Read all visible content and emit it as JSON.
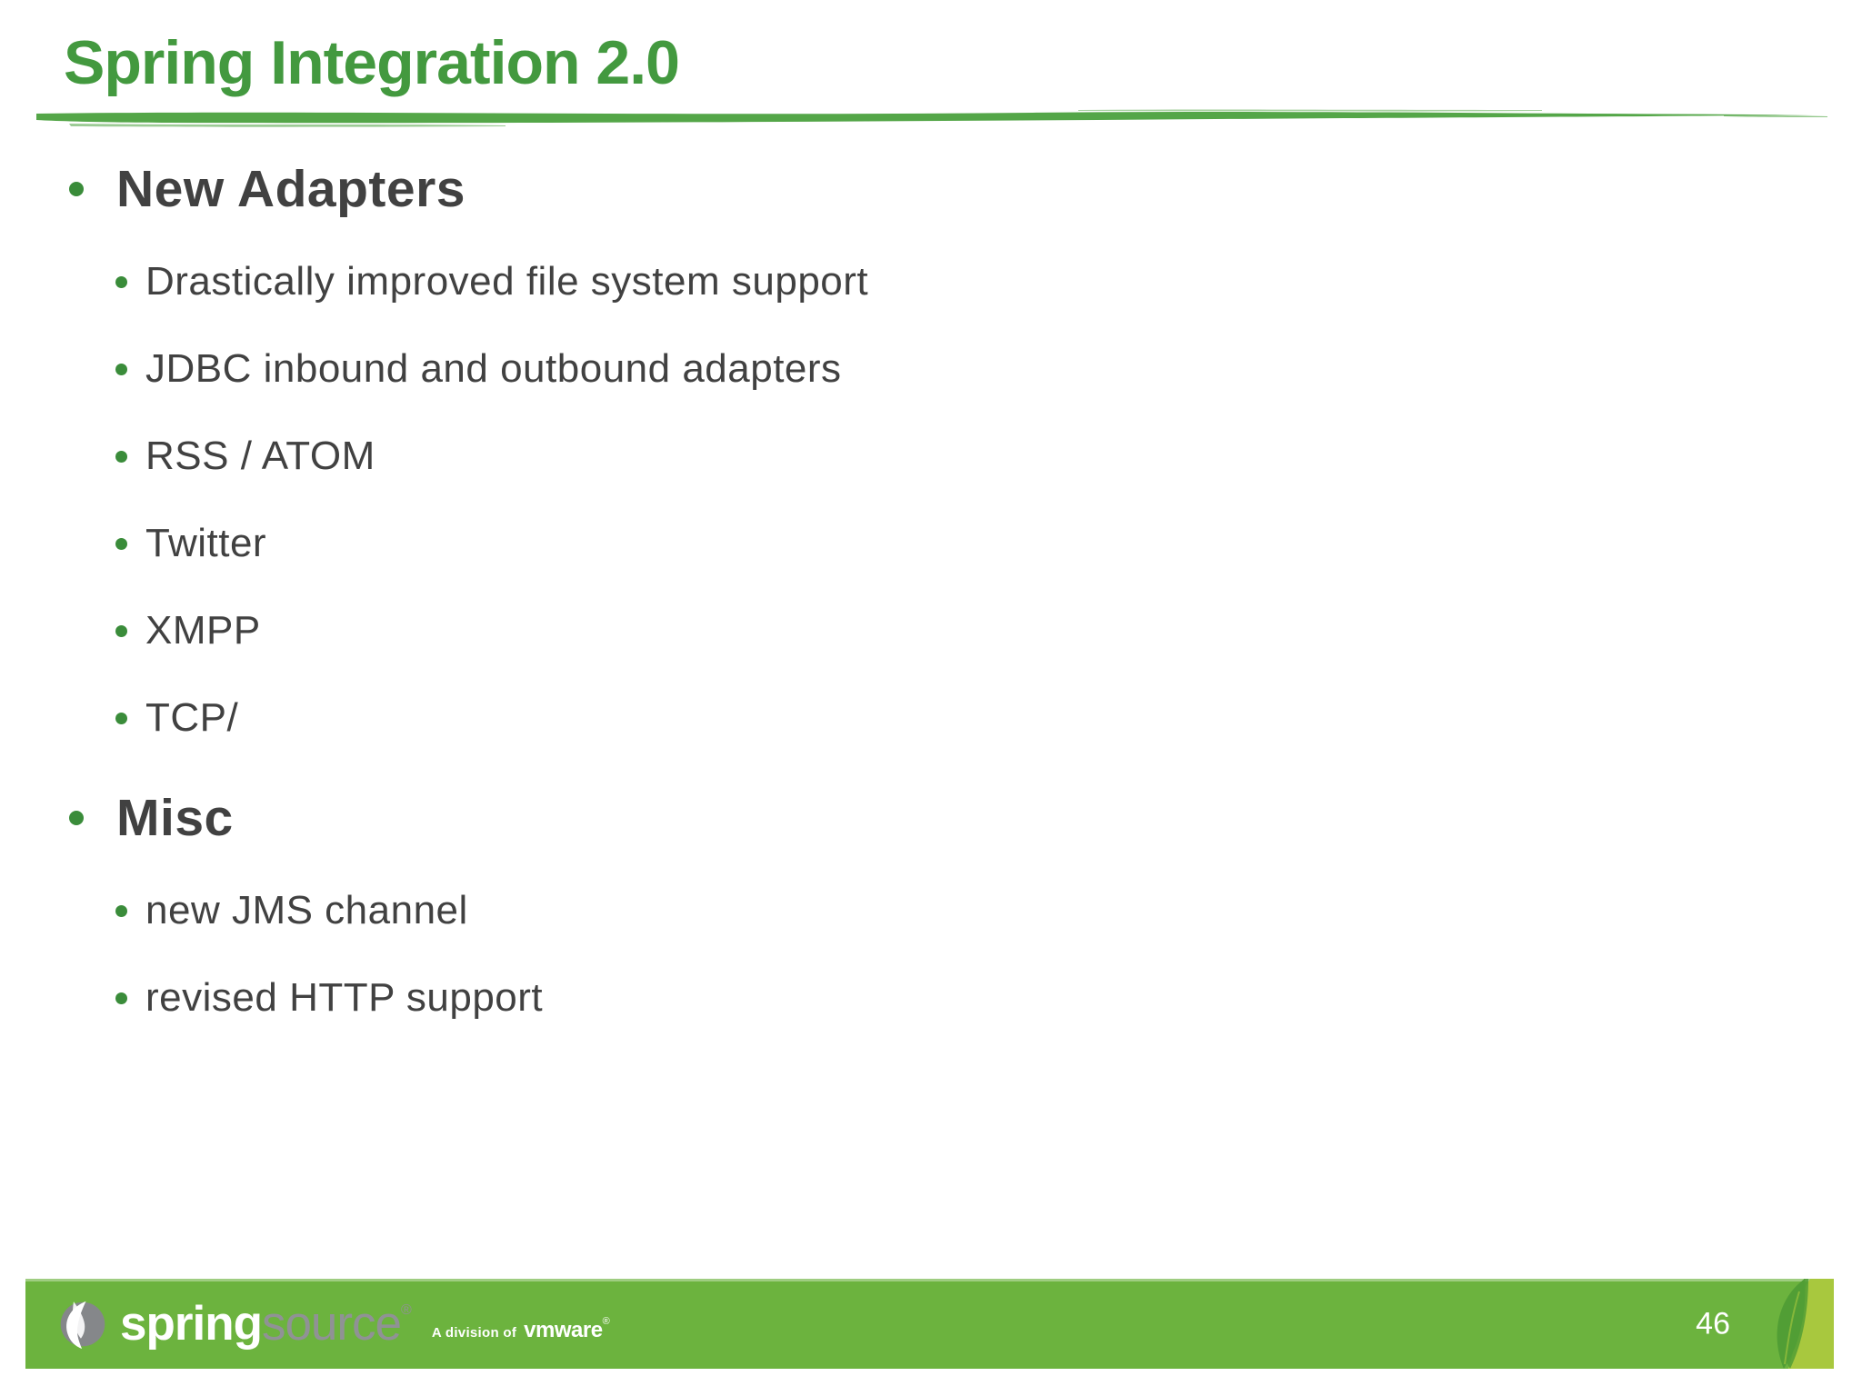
{
  "slide": {
    "title": "Spring Integration 2.0"
  },
  "bullets": [
    {
      "level": 1,
      "label": "New Adapters"
    },
    {
      "level": 2,
      "label": "Drastically improved file system support"
    },
    {
      "level": 2,
      "label": "JDBC inbound and outbound adapters"
    },
    {
      "level": 2,
      "label": "RSS / ATOM"
    },
    {
      "level": 2,
      "label": "Twitter"
    },
    {
      "level": 2,
      "label": "XMPP"
    },
    {
      "level": 2,
      "label": "TCP/"
    },
    {
      "level": 1,
      "label": "Misc"
    },
    {
      "level": 2,
      "label": "new JMS channel"
    },
    {
      "level": 2,
      "label": "revised HTTP support"
    }
  ],
  "footer": {
    "brand_spring": "spring",
    "brand_source": "source",
    "brand_reg": "®",
    "division_text": "A division of",
    "vmware_text": "vmware",
    "vmware_reg": "®",
    "page_number": "46"
  },
  "colors": {
    "title_green": "#43993f",
    "rule_green": "#4ba13e",
    "bullet_green": "#3a8c3a",
    "text_dark": "#414141",
    "footer_green": "#6cb33e",
    "footer_lime": "#a8c83e",
    "footer_leaf": "#519e35",
    "logo_circle_gray": "#85878a",
    "source_gray": "#909295"
  }
}
